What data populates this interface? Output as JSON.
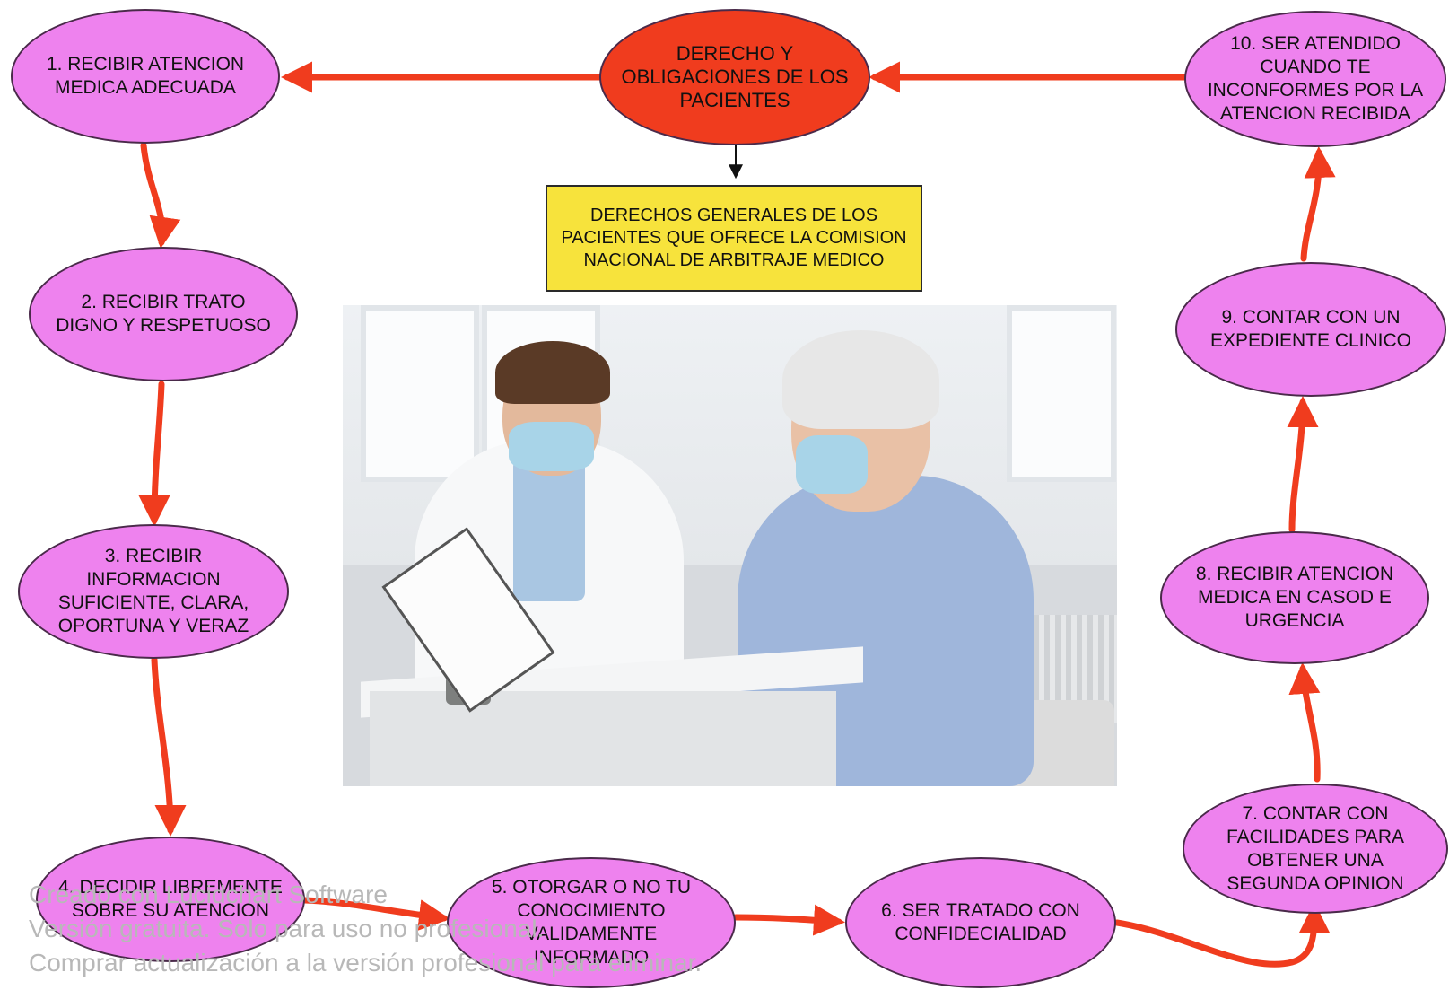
{
  "center_node": {
    "lines": [
      "DERECHO Y",
      "OBLIGACIONES DE LOS",
      "PACIENTES"
    ]
  },
  "info_box": {
    "lines": [
      "DERECHOS GENERALES DE LOS",
      "PACIENTES QUE OFRECE LA",
      "COMISION NACIONAL DE ARBITRAJE",
      "MEDICO"
    ]
  },
  "rights": [
    {
      "lines": [
        "1. RECIBIR ATENCION",
        "MEDICA ADECUADA"
      ]
    },
    {
      "lines": [
        "2. RECIBIR TRATO",
        "DIGNO Y RESPETUOSO"
      ]
    },
    {
      "lines": [
        "3. RECIBIR",
        "INFORMACION",
        "SUFICIENTE, CLARA,",
        "OPORTUNA Y VERAZ"
      ]
    },
    {
      "lines": [
        "4. DECIDIR LIBREMENTE",
        "SOBRE SU ATENCION"
      ]
    },
    {
      "lines": [
        "5. OTORGAR O NO TU",
        "CONOCIMIENTO",
        "VALIDAMENTE",
        "INFORMADO"
      ]
    },
    {
      "lines": [
        "6. SER TRATADO CON",
        "CONFIDECIALIDAD"
      ]
    },
    {
      "lines": [
        "7. CONTAR CON",
        "FACILIDADES PARA",
        "OBTENER UNA",
        "SEGUNDA OPINION"
      ]
    },
    {
      "lines": [
        "8. RECIBIR ATENCION",
        "MEDICA EN CASOD E",
        "URGENCIA"
      ]
    },
    {
      "lines": [
        "9. CONTAR CON UN",
        "EXPEDIENTE CLINICO"
      ]
    },
    {
      "lines": [
        "10. SER ATENDIDO",
        "CUANDO TE",
        "INCONFORMES POR LA",
        "ATENCION RECIBIDA"
      ]
    }
  ],
  "watermark": {
    "lines": [
      "Creado con Lucidchart Software",
      "Versión gratuita. Solo para uso no profesional.",
      "Comprar actualización a la versión profesional para eliminar."
    ]
  },
  "colors": {
    "node_fill": "#ee82ee",
    "center_fill": "#f03c1e",
    "box_fill": "#f7e33c",
    "arrow": "#f03c1e"
  }
}
